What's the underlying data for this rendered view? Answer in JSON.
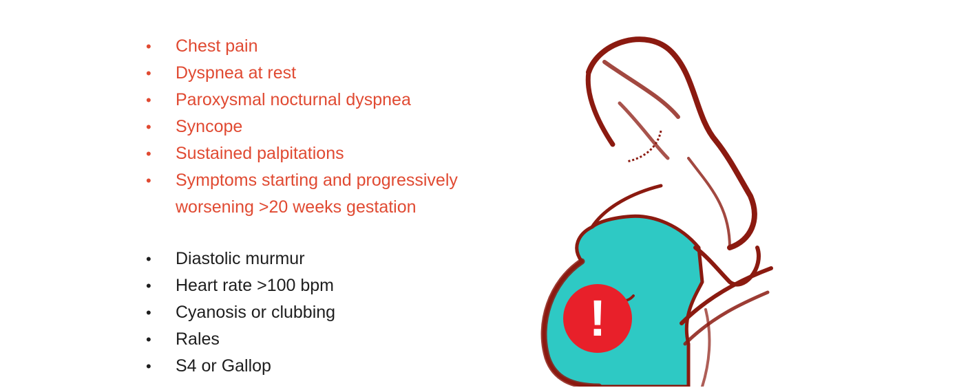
{
  "symptoms": {
    "color": "#e04a32",
    "items": [
      {
        "label": "Chest pain"
      },
      {
        "label": "Dyspnea at rest"
      },
      {
        "label": "Paroxysmal nocturnal dyspnea"
      },
      {
        "label": "Syncope"
      },
      {
        "label": "Sustained palpitations"
      },
      {
        "label": "Symptoms starting and progressively",
        "continuation": "worsening >20 weeks gestation"
      }
    ]
  },
  "signs": {
    "color": "#1e1e1e",
    "items": [
      {
        "label": "Diastolic murmur"
      },
      {
        "label": "Heart rate >100 bpm"
      },
      {
        "label": "Cyanosis or clubbing"
      },
      {
        "label": "Rales"
      },
      {
        "label": "S4 or Gallop"
      }
    ]
  },
  "illustration": {
    "subject": "pregnant-woman-silhouette",
    "dress_color": "#2ec9c4",
    "outline_color": "#8b1a10",
    "alert": {
      "icon": "exclamation-alert-icon",
      "glyph": "!",
      "color": "#e8202a"
    }
  },
  "bullet_glyph": "•"
}
